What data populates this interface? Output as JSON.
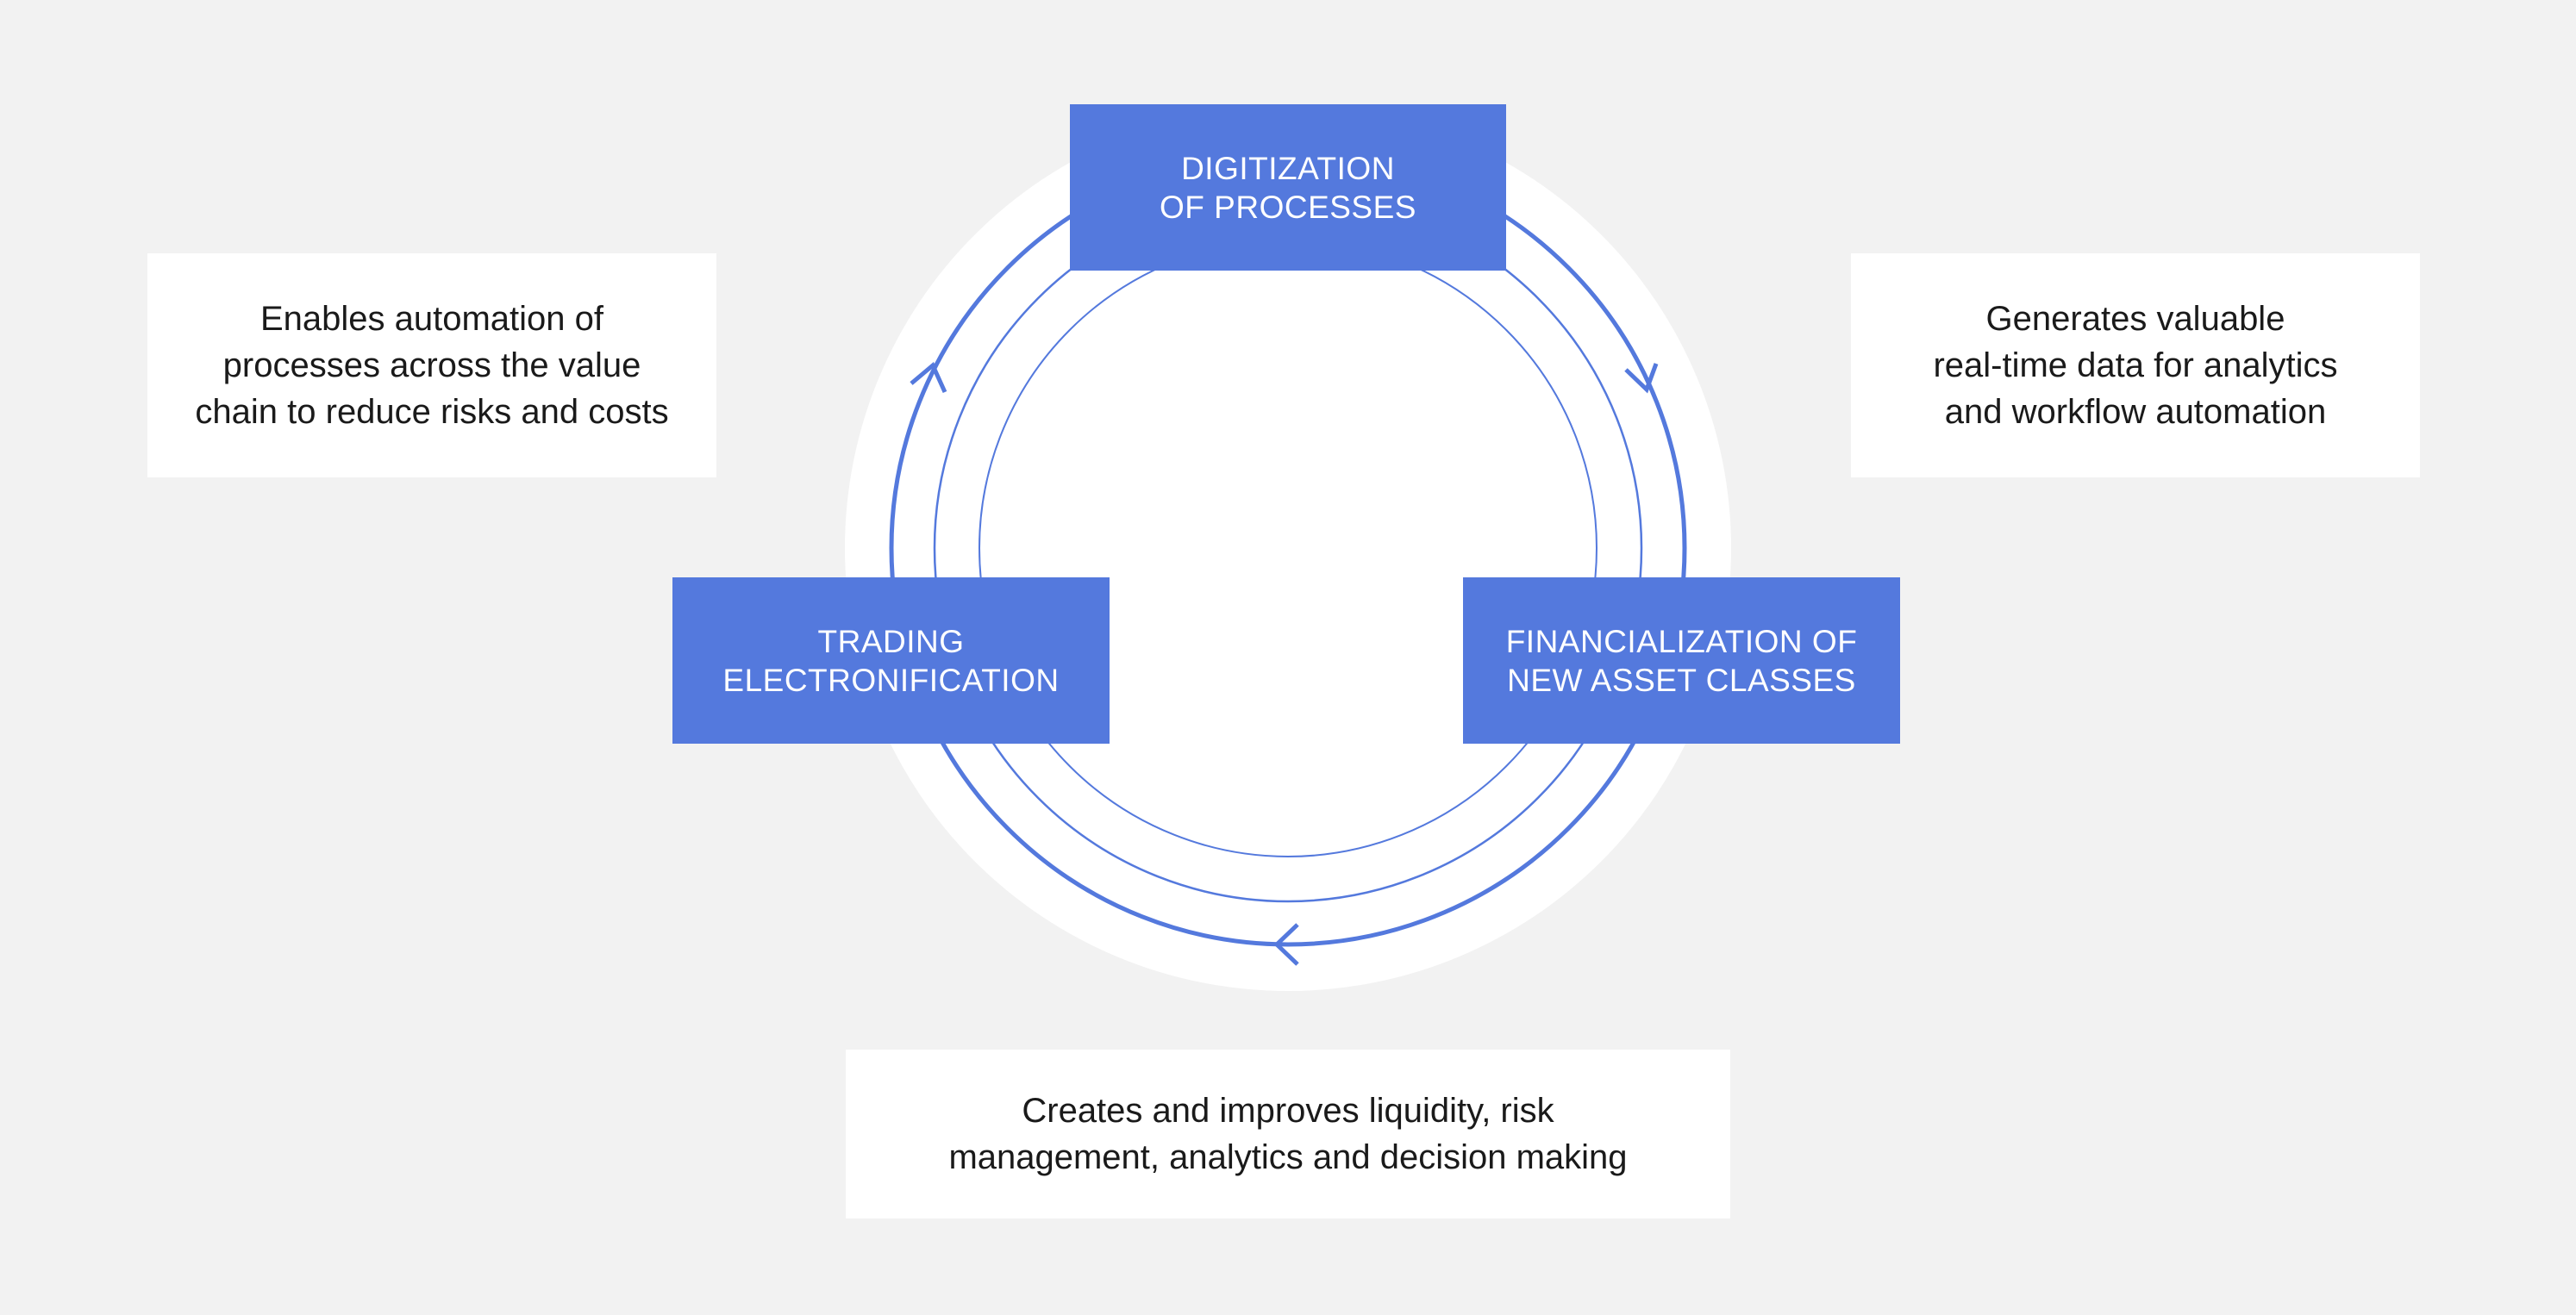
{
  "colors": {
    "background": "#f2f2f2",
    "accent": "#5479dd",
    "panel": "#ffffff",
    "text": "#1a1a1a"
  },
  "stages": {
    "top": [
      "DIGITIZATION",
      "OF PROCESSES"
    ],
    "right": [
      "FINANCIALIZATION OF",
      "NEW ASSET CLASSES"
    ],
    "left": [
      "TRADING",
      "ELECTRONIFICATION"
    ]
  },
  "descriptions": {
    "left": [
      "Enables automation of",
      "processes across the value",
      "chain to reduce risks and costs"
    ],
    "right": [
      "Generates valuable",
      "real-time data for analytics",
      "and workflow automation"
    ],
    "bottom": [
      "Creates and improves liquidity, risk",
      "management, analytics and decision making"
    ]
  },
  "arrows": [
    "arrow-right-side-icon",
    "arrow-bottom-icon",
    "arrow-left-side-icon"
  ]
}
